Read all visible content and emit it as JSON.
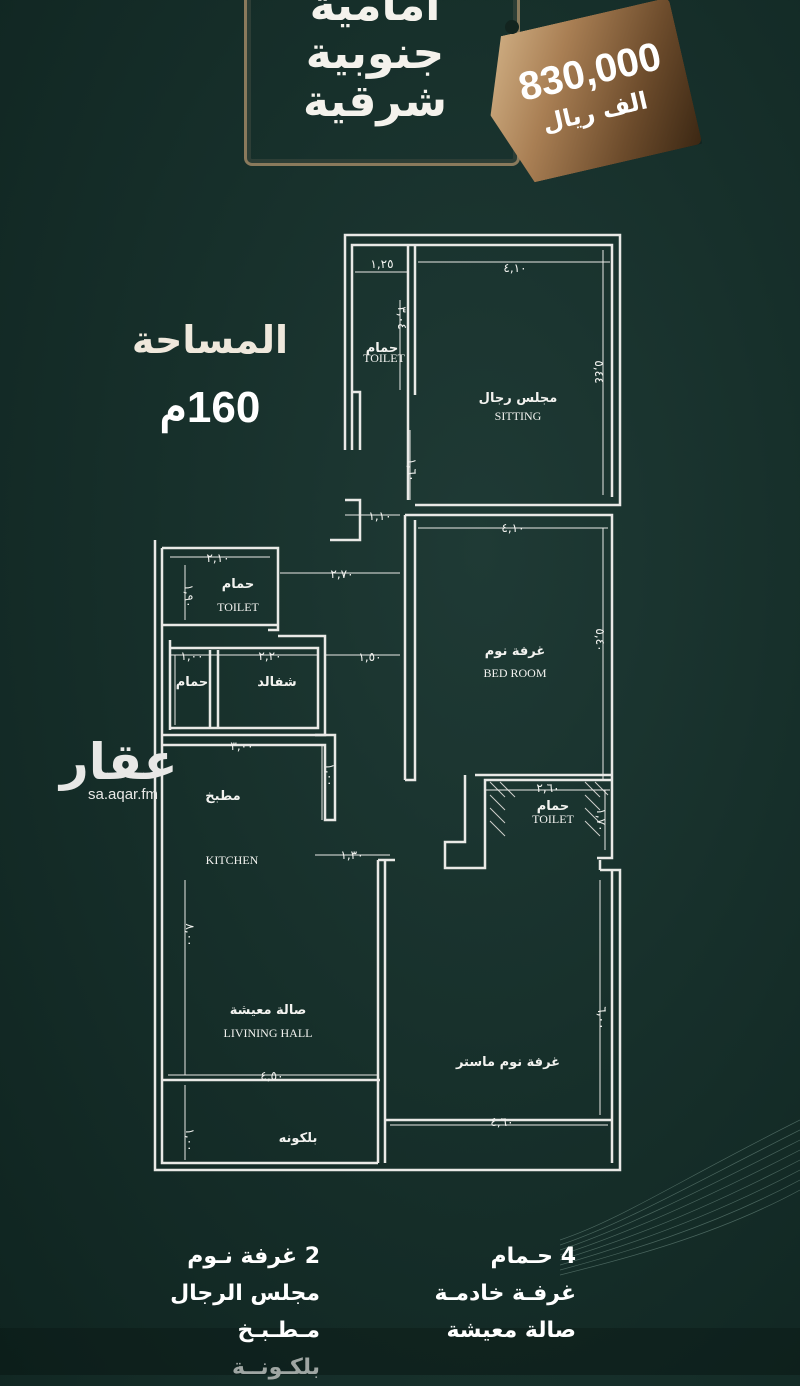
{
  "orientation": {
    "line1": "أمامية",
    "line2": "جنوبية",
    "line3": "شرقية"
  },
  "price": {
    "amount": "830,000",
    "unit": "الف ريال"
  },
  "area": {
    "title": "المساحة",
    "value": "160م"
  },
  "watermark": {
    "logo": "عقار",
    "url": "sa.aqar.fm"
  },
  "plan": {
    "rooms": {
      "toilet1_ar": "حمام",
      "toilet1_en": "TOILET",
      "sitting_ar": "مجلس رجال",
      "sitting_en": "SITTING",
      "toilet2_ar": "حمام",
      "toilet2_en": "TOILET",
      "bedroom_ar": "غرفة نوم",
      "bedroom_en": "BED ROOM",
      "toilet3_ar": "حمام",
      "shaft_ar": "شفالد",
      "kitchen_ar": "مطبخ",
      "kitchen_en": "KITCHEN",
      "toilet4_ar": "حمام",
      "toilet4_en": "TOILET",
      "living_ar": "صالة معيشة",
      "living_en": "LIVINING HALL",
      "master_ar": "غرفة نوم ماستر",
      "balcony_ar": "بلكونه"
    },
    "dims": {
      "d1": "١,٢٥",
      "d2": "٤,١٠",
      "d3": "٣,٠٤",
      "d4": "٥,٤٤",
      "d5": "١,٦٠",
      "d6": "١,١٠",
      "d7": "٤,١٠",
      "d8": "٢,١٠",
      "d9": "٢,٧٠",
      "d10": "١,٩٠",
      "d11": "٥,٤٠",
      "d12": "١,٠٠",
      "d13": "٢,٢٠",
      "d14": "١,٥٠",
      "d15": "٣,٠٠",
      "d16": "١,٠٠",
      "d17": "٢,٦٠",
      "d18": "١,٧٠",
      "d19": "١,٣٠",
      "d20": "٨,٠٠",
      "d21": "٦,٠٠",
      "d22": "٤,٥٠",
      "d23": "٤,٦٠",
      "d24": "١,٠٠"
    }
  },
  "features": {
    "right_col": [
      "2 غرفة نـوم",
      "مجلس الرجال",
      "مـطـبـخ",
      "بلكـونــة"
    ],
    "left_col": [
      "4 حـمام",
      "غرفـة خادمـة",
      "صالة معيشة"
    ]
  },
  "colors": {
    "background": "#17302b",
    "gold": "#a97f54",
    "line": "#e9e9e6"
  }
}
